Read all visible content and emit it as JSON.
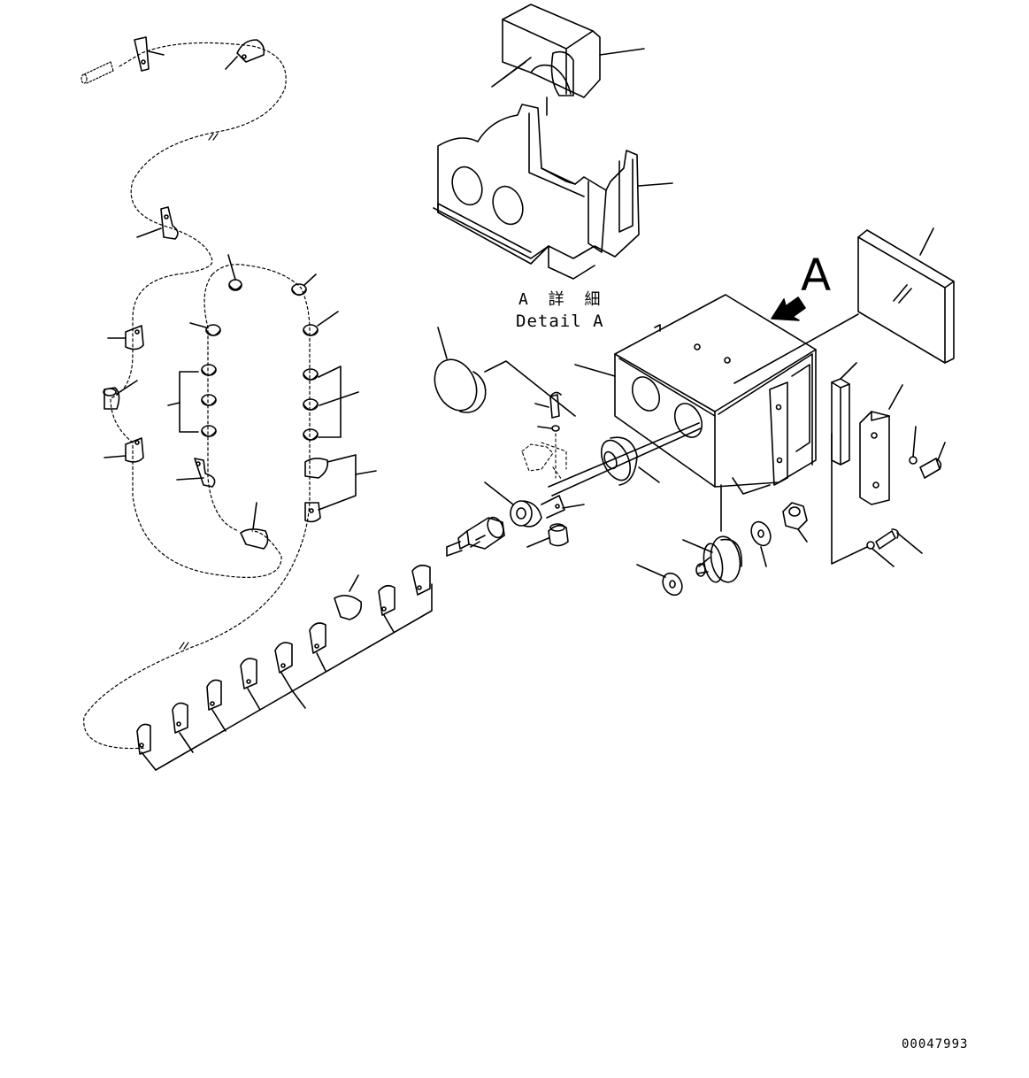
{
  "detail": {
    "label_jp": "A 詳 細",
    "label_en": "Detail A"
  },
  "view_arrow": {
    "letter": "A"
  },
  "drawing_number": "00047993",
  "colors": {
    "ink": "#000000",
    "paper": "#ffffff"
  }
}
